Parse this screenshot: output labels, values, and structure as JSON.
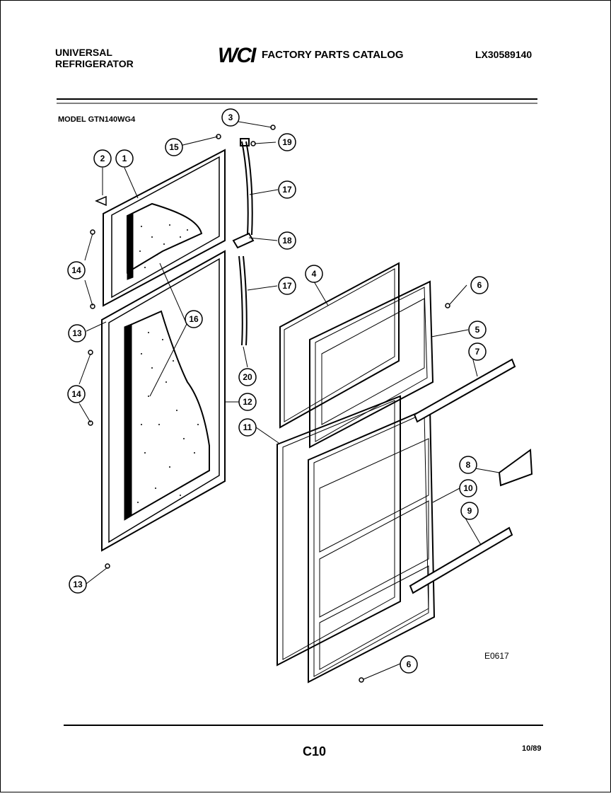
{
  "header": {
    "brand_line1": "UNIVERSAL",
    "brand_line2": "REFRIGERATOR",
    "logo_text": "WCI",
    "catalog_title": "FACTORY PARTS CATALOG",
    "catalog_number": "LX30589140"
  },
  "model_label": "MODEL GTN140WG4",
  "callouts": [
    "1",
    "2",
    "3",
    "4",
    "5",
    "6",
    "7",
    "8",
    "9",
    "10",
    "11",
    "12",
    "13",
    "14",
    "15",
    "16",
    "17",
    "18",
    "19",
    "20"
  ],
  "diagram_code": "E0617",
  "footer": {
    "page_code": "C10",
    "date": "10/89"
  }
}
